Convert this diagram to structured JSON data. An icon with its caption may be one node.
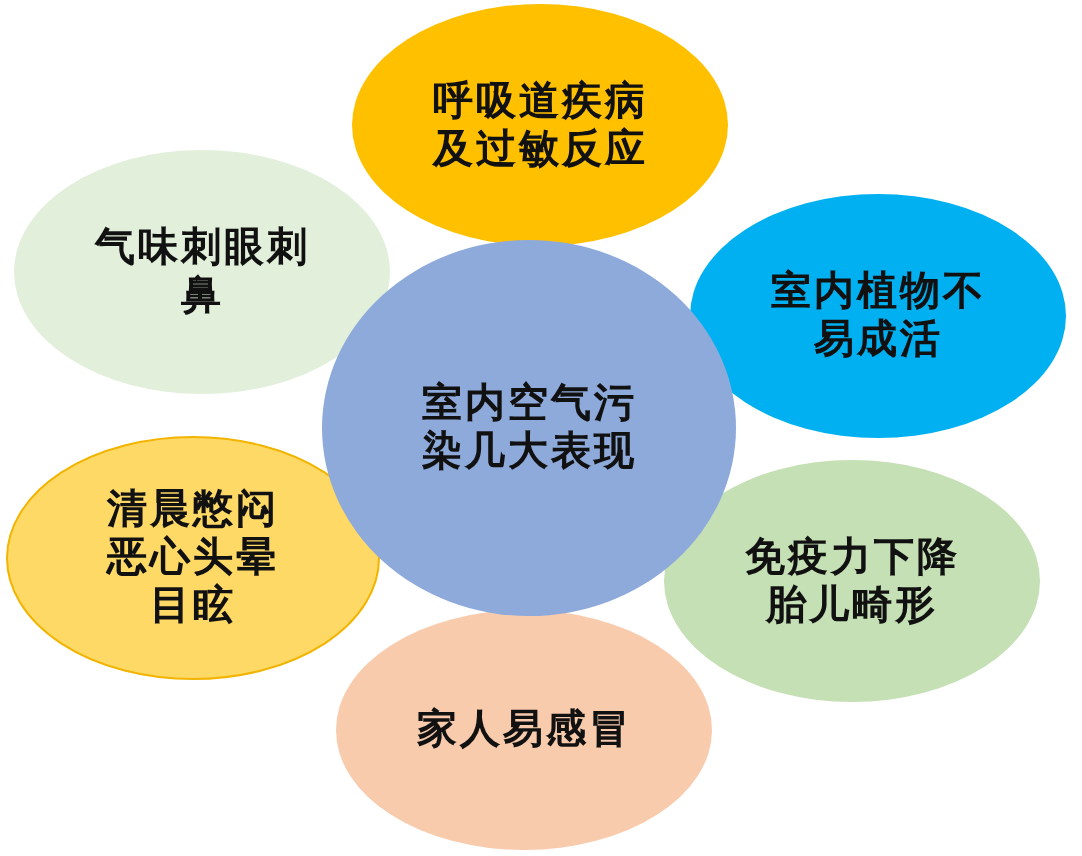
{
  "diagram": {
    "nodes": [
      {
        "text": [
          "呼吸道疾病及过敏反应"
        ]
      },
      {
        "text": [
          "气味刺眼刺鼻"
        ]
      },
      {
        "text": [
          "室内植物不易成活"
        ]
      },
      {
        "text": [
          "室内空气污染几大表现"
        ]
      },
      {
        "text": [
          "清晨憋闷恶心头晕目眩"
        ]
      },
      {
        "text": [
          "免疫力下降胎儿畸形"
        ]
      },
      {
        "text": [
          "家人易感冒"
        ]
      }
    ]
  }
}
